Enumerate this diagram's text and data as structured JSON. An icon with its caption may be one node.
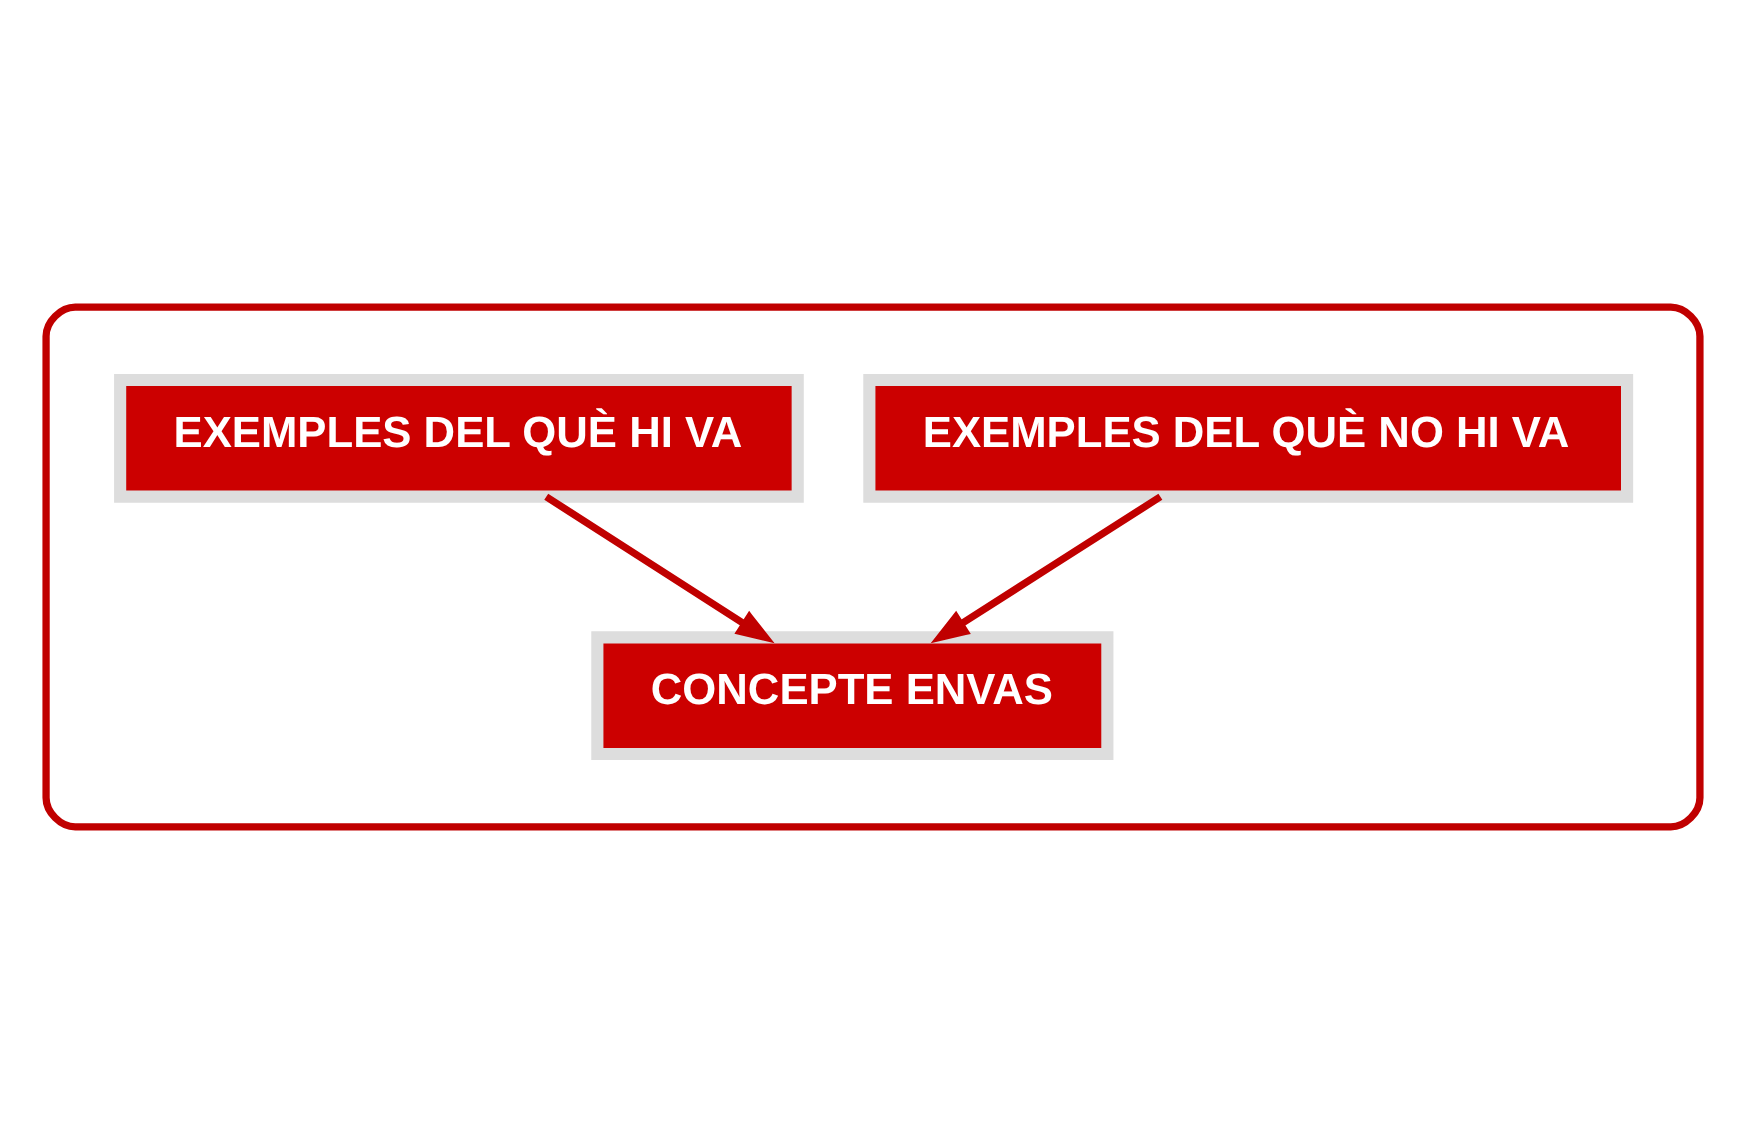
{
  "diagram": {
    "nodes": [
      {
        "text": [],
        "shape": "ellipse"
      },
      {
        "text": [
          "EXEMPLES DEL QUÈ HI VA"
        ],
        "in": 0
      },
      {
        "text": [
          "EXEMPLES DEL QUÈ NO HI VA"
        ],
        "in": 0
      },
      {
        "text": [
          "CONCEPTE ENVAS"
        ],
        "in": 0
      }
    ],
    "edges": [
      {
        "from": 1,
        "to": 3,
        "arrow": "to"
      },
      {
        "from": 2,
        "to": 3,
        "arrow": "to"
      }
    ]
  }
}
